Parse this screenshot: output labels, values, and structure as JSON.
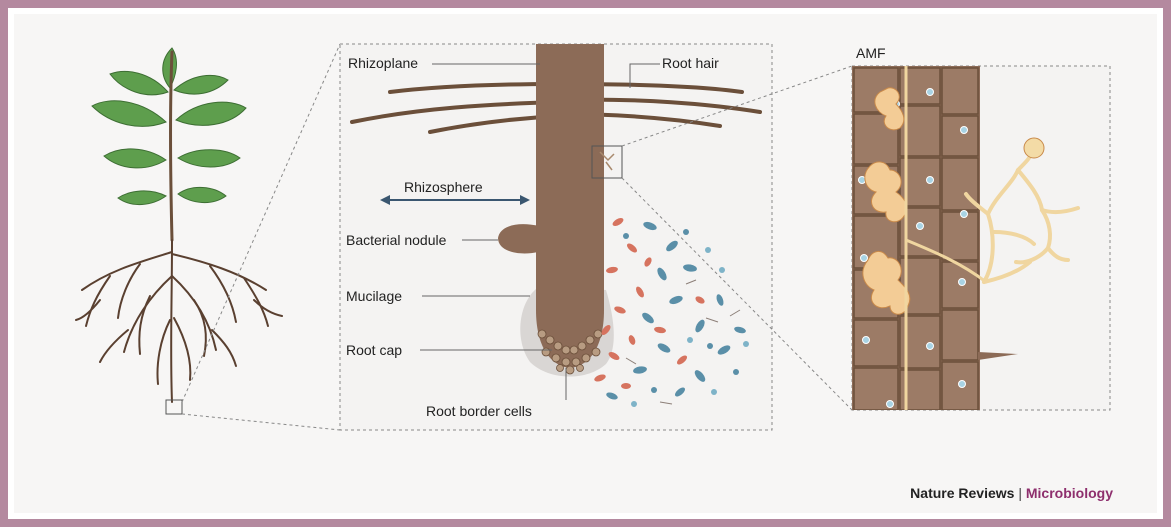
{
  "labels": {
    "rhizoplane": "Rhizoplane",
    "root_hair": "Root hair",
    "rhizosphere": "Rhizosphere",
    "bacterial_nodule": "Bacterial nodule",
    "mucilage": "Mucilage",
    "root_cap": "Root cap",
    "root_border_cells": "Root border cells",
    "amf": "AMF"
  },
  "credit": {
    "journal": "Nature Reviews",
    "separator": "|",
    "subject": "Microbiology"
  },
  "colors": {
    "frame": "#b4899f",
    "root": "#8c6b57",
    "leaf": "#5e9e4d",
    "hyphae": "#f0d6a0",
    "credit_accent": "#8e2f6d"
  }
}
